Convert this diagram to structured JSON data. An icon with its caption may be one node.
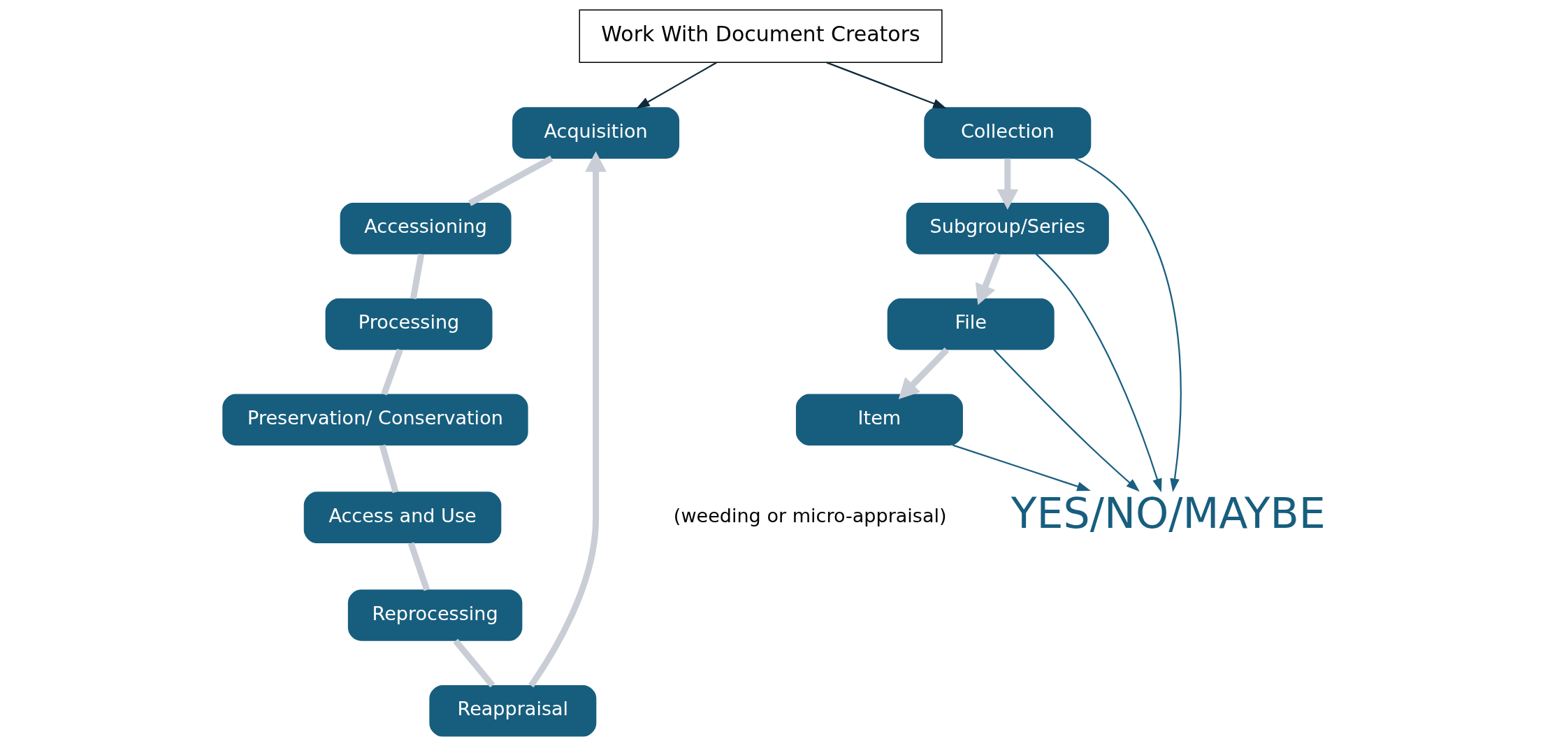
{
  "diagram": {
    "nodes": [
      {
        "text": [
          "Acquisition"
        ]
      },
      {
        "text": [
          "Accessioning"
        ]
      },
      {
        "text": [
          "Processing"
        ]
      },
      {
        "text": [
          "Preservation/ Conservation"
        ]
      },
      {
        "text": [
          "Access and Use"
        ]
      },
      {
        "text": [
          "Reprocessing"
        ]
      },
      {
        "text": [
          "Reappraisal"
        ]
      },
      {
        "text": [
          "Work With Document Creators"
        ]
      },
      {
        "text": [
          "Collection"
        ]
      },
      {
        "text": [
          "Subgroup/Series"
        ]
      },
      {
        "text": [
          "File"
        ]
      },
      {
        "text": [
          "Item"
        ],
        "beside": [
          "(weeding or micro-appraisal)"
        ]
      },
      {
        "text": [
          "YES/NO/MAYBE"
        ]
      }
    ],
    "edges": [
      {
        "from": 0,
        "to": 1,
        "arrow": "none"
      },
      {
        "from": 1,
        "to": 2,
        "arrow": "none"
      },
      {
        "from": 2,
        "to": 3,
        "arrow": "none"
      },
      {
        "from": 3,
        "to": 4,
        "arrow": "none"
      },
      {
        "from": 4,
        "to": 5,
        "arrow": "none"
      },
      {
        "from": 5,
        "to": 6,
        "arrow": "none"
      },
      {
        "from": 6,
        "to": 0,
        "arrow": "to"
      },
      {
        "from": 7,
        "to": 0,
        "arrow": "to",
        "color": "#0f2a3a"
      },
      {
        "from": 7,
        "to": 8,
        "arrow": "to",
        "color": "#0f2a3a"
      },
      {
        "from": 8,
        "to": 9,
        "arrow": "to"
      },
      {
        "from": 9,
        "to": 10,
        "arrow": "to"
      },
      {
        "from": 10,
        "to": 11,
        "arrow": "to"
      },
      {
        "from": 8,
        "to": 12,
        "arrow": "to",
        "color": "#1a5f80"
      },
      {
        "from": 9,
        "to": 12,
        "arrow": "to",
        "color": "#1a5f80"
      },
      {
        "from": 10,
        "to": 12,
        "arrow": "to",
        "color": "#1a5f80"
      },
      {
        "from": 11,
        "to": 12,
        "arrow": "to",
        "color": "#1a5f80"
      }
    ]
  }
}
